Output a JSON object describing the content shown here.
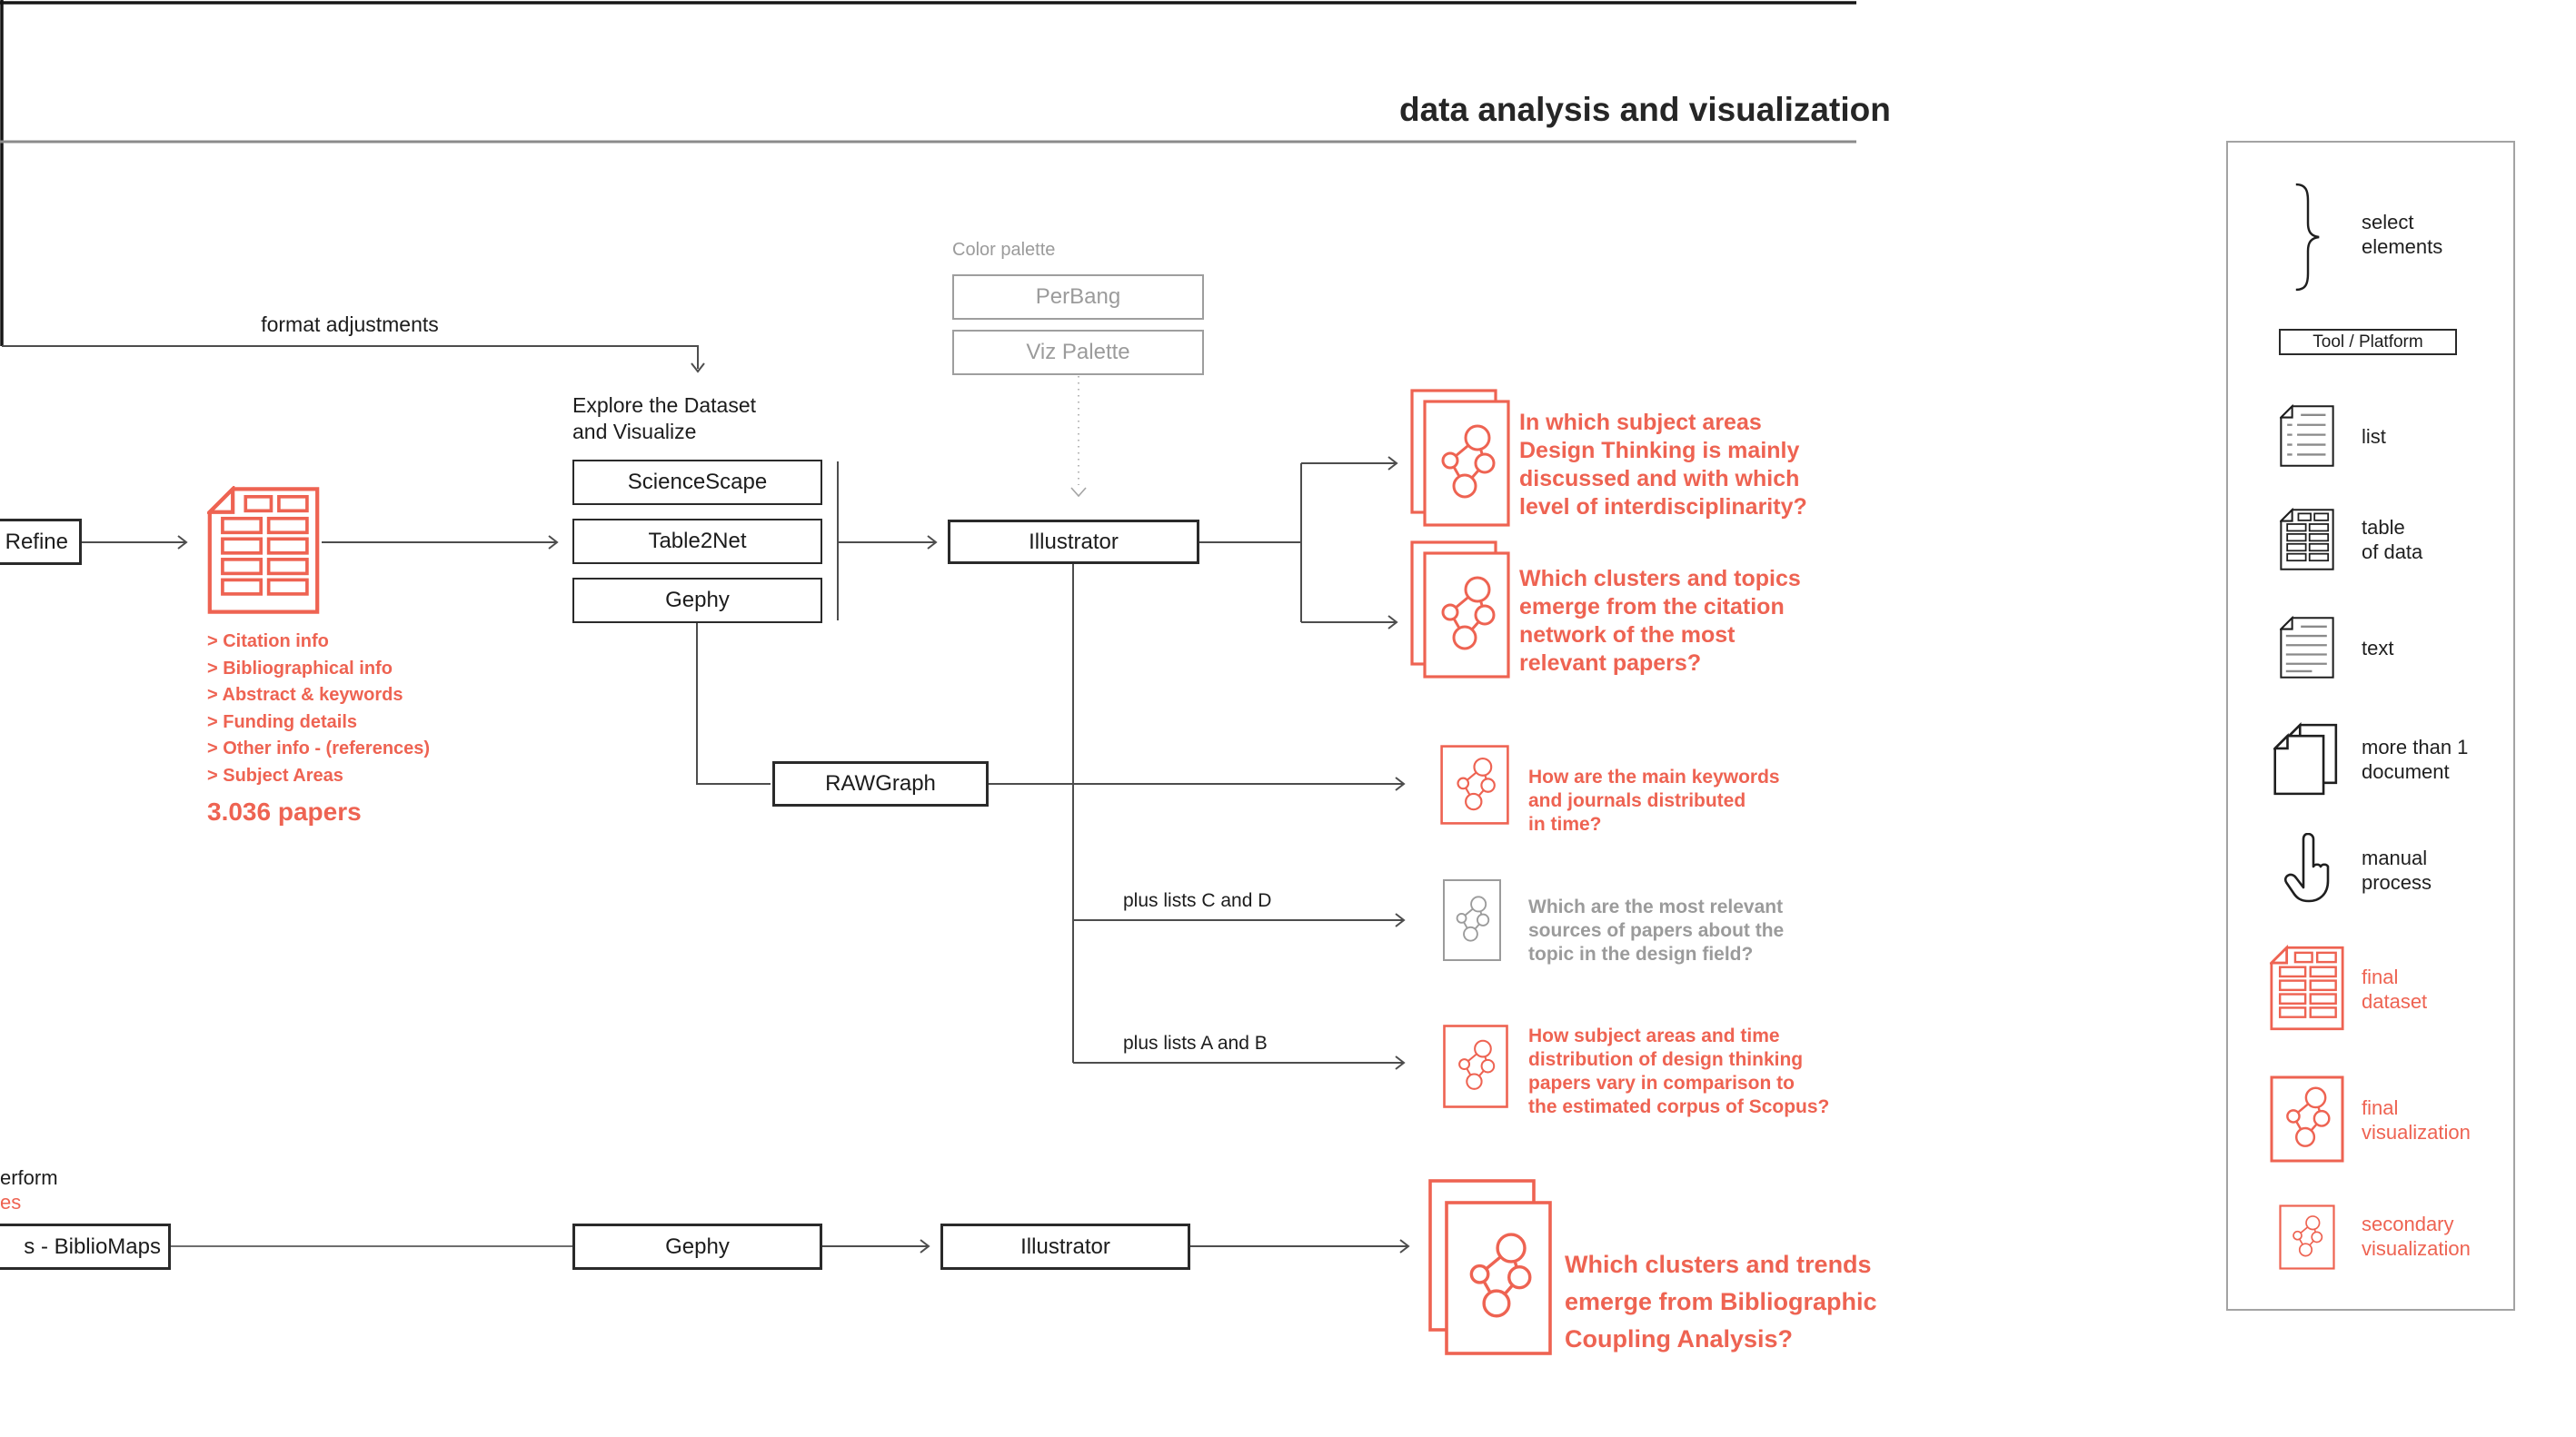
{
  "title": "data analysis and visualization",
  "colors": {
    "accent_red": "#ee6352",
    "gray": "#9b9b9b",
    "line": "#4d4d4d"
  },
  "flow": {
    "format_adjustments": "format adjustments",
    "refine": "Refine",
    "explore_lines": [
      "Explore the Dataset",
      "and Visualize"
    ],
    "sciencescape": "ScienceScape",
    "table2net": "Table2Net",
    "gephy": "Gephy",
    "color_palette": "Color palette",
    "perbang": "PerBang",
    "viz_palette": "Viz Palette",
    "illustrator": "Illustrator",
    "rawgraph": "RAWGraph",
    "plus_cd": "plus lists C and D",
    "plus_ab": "plus lists A and B",
    "dataset_fields": [
      "> Citation info",
      "> Bibliographical info",
      "> Abstract & keywords",
      "> Funding details",
      "> Other info - (references)",
      "> Subject Areas"
    ],
    "papers_count": "3.036 papers"
  },
  "questions": {
    "q1": {
      "lines": [
        "In which subject areas",
        "Design Thinking is mainly",
        "discussed and with which",
        "level of interdisciplinarity?"
      ]
    },
    "q2": {
      "lines": [
        "Which clusters and topics",
        "emerge from the citation",
        "network of the most",
        "relevant papers?"
      ]
    },
    "q3": {
      "lines": [
        "How are the main keywords",
        "and journals distributed",
        "in time?"
      ]
    },
    "q4": {
      "lines": [
        "Which are the most relevant",
        "sources of papers about the",
        "topic in the design field?"
      ]
    },
    "q5": {
      "lines": [
        "How subject areas and time",
        "distribution of design thinking",
        "papers vary in comparison to",
        "the estimated corpus of Scopus?"
      ]
    },
    "q6": {
      "lines": [
        "Which clusters and trends",
        "emerge from Bibliographic",
        "Coupling Analysis?"
      ]
    }
  },
  "bottom": {
    "partial_top": "erform",
    "partial_red": "es",
    "bibliomaps": "s - BiblioMaps",
    "gephy": "Gephy",
    "illustrator": "Illustrator"
  },
  "legend": {
    "select_elements": [
      "select",
      "elements"
    ],
    "tool_platform": "Tool / Platform",
    "list": [
      "list"
    ],
    "table": [
      "table",
      "of data"
    ],
    "text": [
      "text"
    ],
    "more_than_1": [
      "more than 1",
      "document"
    ],
    "manual": [
      "manual",
      "process"
    ],
    "final_dataset": [
      "final",
      "dataset"
    ],
    "final_viz": [
      "final",
      "visualization"
    ],
    "secondary_viz": [
      "secondary",
      "visualization"
    ]
  }
}
